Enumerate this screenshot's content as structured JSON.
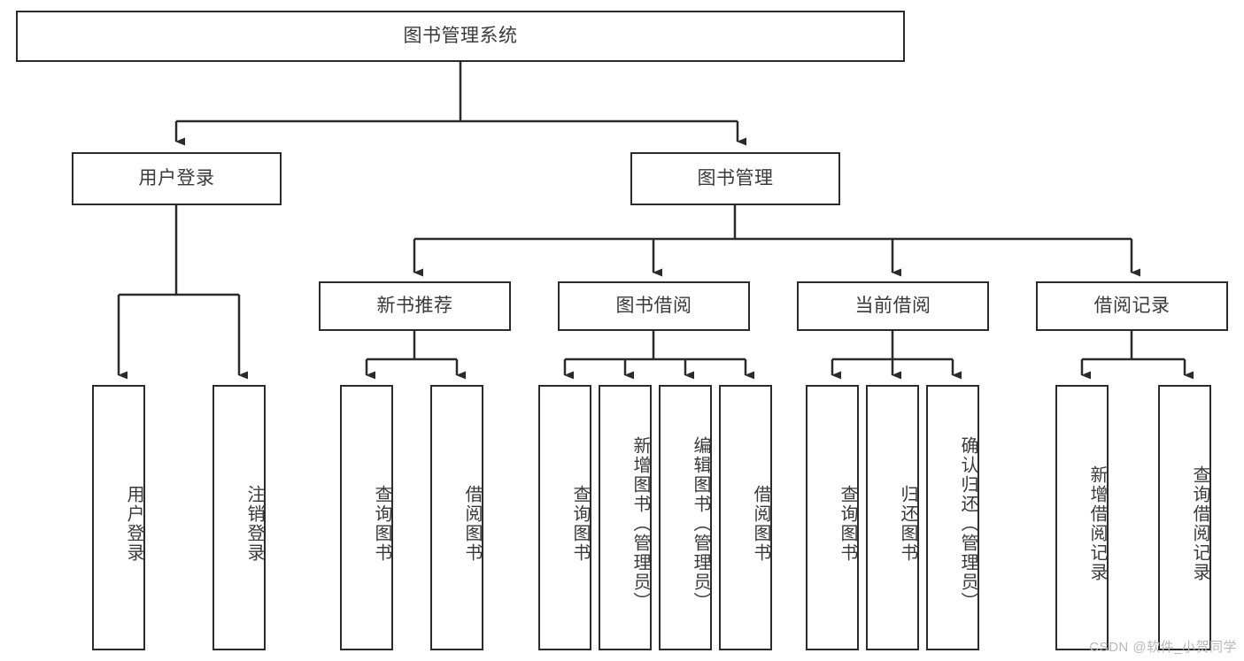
{
  "diagram": {
    "type": "tree",
    "title": "图书管理系统",
    "watermark": "CSDN @软件_小贺同学",
    "colors": {
      "stroke": "#2b2b2b",
      "text": "#3a3a3a",
      "background": "#ffffff",
      "watermark": "#b9b9b9"
    },
    "root": {
      "id": "root",
      "label": "图书管理系统",
      "orientation": "horizontal"
    },
    "level2": [
      {
        "id": "user-login",
        "label": "用户登录",
        "orientation": "horizontal"
      },
      {
        "id": "book-manage",
        "label": "图书管理",
        "orientation": "horizontal"
      }
    ],
    "level3": [
      {
        "id": "new-book-rec",
        "label": "新书推荐",
        "orientation": "horizontal",
        "parent": "book-manage"
      },
      {
        "id": "book-borrow",
        "label": "图书借阅",
        "orientation": "horizontal",
        "parent": "book-manage"
      },
      {
        "id": "current-borrow",
        "label": "当前借阅",
        "orientation": "horizontal",
        "parent": "book-manage"
      },
      {
        "id": "borrow-record",
        "label": "借阅记录",
        "orientation": "horizontal",
        "parent": "book-manage"
      }
    ],
    "leaves": [
      {
        "id": "leaf-user-login",
        "label": "用户登录",
        "orientation": "vertical",
        "parent": "user-login"
      },
      {
        "id": "leaf-logout",
        "label": "注销登录",
        "orientation": "vertical",
        "parent": "user-login"
      },
      {
        "id": "leaf-query-book-1",
        "label": "查询图书",
        "orientation": "vertical",
        "parent": "new-book-rec"
      },
      {
        "id": "leaf-borrow-book-1",
        "label": "借阅图书",
        "orientation": "vertical",
        "parent": "new-book-rec"
      },
      {
        "id": "leaf-query-book-2",
        "label": "查询图书",
        "orientation": "vertical",
        "parent": "book-borrow"
      },
      {
        "id": "leaf-add-book",
        "label": "新增图书（管理员）",
        "orientation": "vertical",
        "parent": "book-borrow"
      },
      {
        "id": "leaf-edit-book",
        "label": "编辑图书（管理员）",
        "orientation": "vertical",
        "parent": "book-borrow"
      },
      {
        "id": "leaf-borrow-book-2",
        "label": "借阅图书",
        "orientation": "vertical",
        "parent": "book-borrow"
      },
      {
        "id": "leaf-query-book-3",
        "label": "查询图书",
        "orientation": "vertical",
        "parent": "current-borrow"
      },
      {
        "id": "leaf-return-book",
        "label": "归还图书",
        "orientation": "vertical",
        "parent": "current-borrow"
      },
      {
        "id": "leaf-confirm-return",
        "label": "确认归还（管理员）",
        "orientation": "vertical",
        "parent": "current-borrow"
      },
      {
        "id": "leaf-add-record",
        "label": "新增借阅记录",
        "orientation": "vertical",
        "parent": "borrow-record"
      },
      {
        "id": "leaf-query-record",
        "label": "查询借阅记录",
        "orientation": "vertical",
        "parent": "borrow-record"
      }
    ]
  }
}
